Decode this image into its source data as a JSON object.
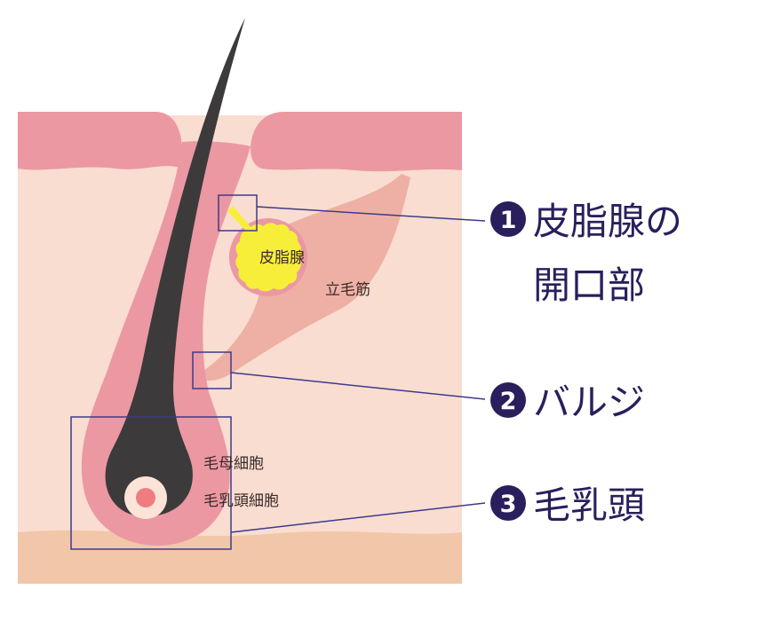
{
  "labels": {
    "sebaceous_gland": "皮脂腺",
    "arrector_pili": "立毛筋",
    "hair_matrix": "毛母細胞",
    "dermal_papilla": "毛乳頭細胞"
  },
  "callouts": [
    {
      "number": "1",
      "lines": [
        "皮脂腺の",
        "開口部"
      ]
    },
    {
      "number": "2",
      "lines": [
        "バルジ"
      ]
    },
    {
      "number": "3",
      "lines": [
        "毛乳頭"
      ]
    }
  ],
  "colors": {
    "epidermis": "#eb98a3",
    "dermis": "#f9ddd0",
    "subcutis": "#f2c6a8",
    "muscle": "#eeb0a4",
    "hair": "#3d3a3c",
    "papilla_outer": "#fbe3d8",
    "papilla_inner": "#ee7c80",
    "sebum": "#f7ee3a",
    "callout": "#2a1f5c",
    "box_stroke": "#3d3a8c"
  }
}
